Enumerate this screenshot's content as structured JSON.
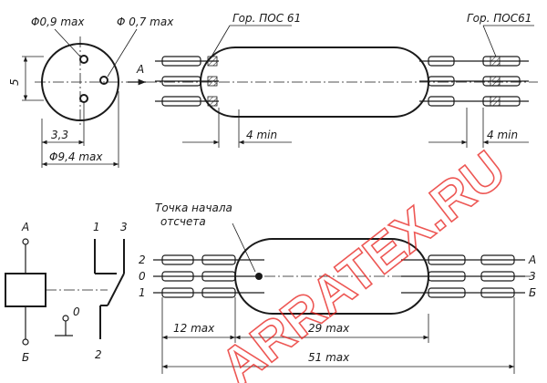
{
  "top_view": {
    "dia_wire_09": "Φ0,9 max",
    "dia_wire_07": "Φ 0,7 max",
    "dim_5": "5",
    "dim_33": "3,3",
    "dia_body": "Φ9,4 max",
    "label_a": "A"
  },
  "side_view": {
    "solder_left": "Гор. ПОС 61",
    "solder_right": "Гор. ПОС61",
    "len_left": "4 min",
    "len_right": "4 min"
  },
  "schematic": {
    "pin_a": "A",
    "pin_b": "Б",
    "pin_0": "0",
    "contact_1": "1",
    "contact_3": "3",
    "contact_2": "2"
  },
  "bottom_view": {
    "reference_label_line1": "Точка начала",
    "reference_label_line2": "отсчета",
    "pin_left_2": "2",
    "pin_left_0": "0",
    "pin_left_1": "1",
    "pin_right_a": "A",
    "pin_right_3": "3",
    "pin_right_b": "Б",
    "dim_12": "12 max",
    "dim_29": "29 max",
    "dim_51": "51 max"
  },
  "watermark": "ARRATEX.RU"
}
